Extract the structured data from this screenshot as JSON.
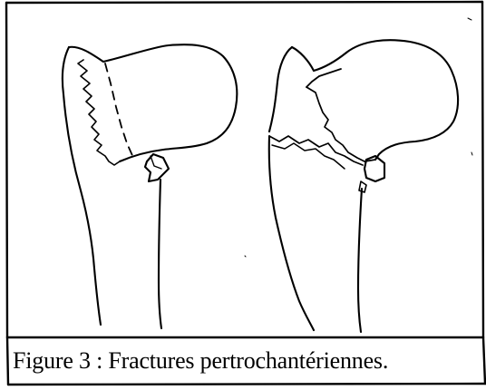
{
  "figure": {
    "caption": "Figure 3 : Fractures pertrochantériennes."
  },
  "colors": {
    "ink": "#000000",
    "paper": "#ffffff"
  },
  "diagram": {
    "panels": [
      {
        "name": "left-femur",
        "fracture": "dashed-line-with-zigzag"
      },
      {
        "name": "right-femur",
        "fracture": "displaced-zigzag"
      }
    ]
  }
}
